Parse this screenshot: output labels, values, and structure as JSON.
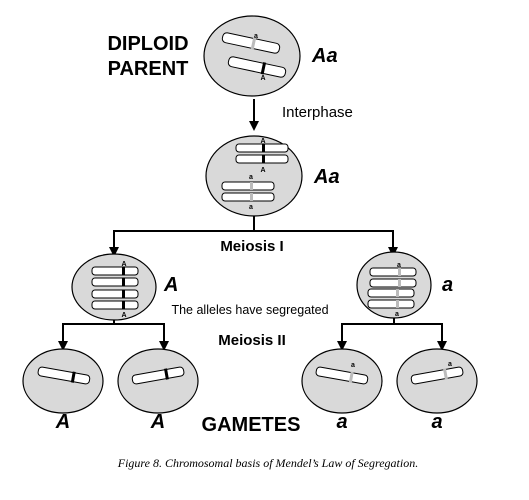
{
  "diagram": {
    "title_line1": "DIPLOID",
    "title_line2": "PARENT",
    "parent_genotype": "Aa",
    "interphase_label": "Interphase",
    "replicated_genotype": "Aa",
    "meiosis1_label": "Meiosis I",
    "left_daughter_allele": "A",
    "right_daughter_allele": "a",
    "segregated_note": "The alleles have segregated",
    "meiosis2_label": "Meiosis II",
    "gametes_label": "GAMETES",
    "gamete_alleles": [
      "A",
      "A",
      "a",
      "a"
    ],
    "chromosome_labels": {
      "parent_top": "a",
      "parent_bottom": "A",
      "interphase_1": "A",
      "interphase_2": "A",
      "interphase_3": "a",
      "interphase_4": "a",
      "meiosis1_left_top": "A",
      "meiosis1_left_bottom": "A",
      "meiosis1_right_top": "a",
      "meiosis1_right_bottom": "a",
      "gamete_3": "a",
      "gamete_4": "a"
    },
    "caption": "Figure 8. Chromosomal basis of Mendel’s Law of Segregation."
  }
}
